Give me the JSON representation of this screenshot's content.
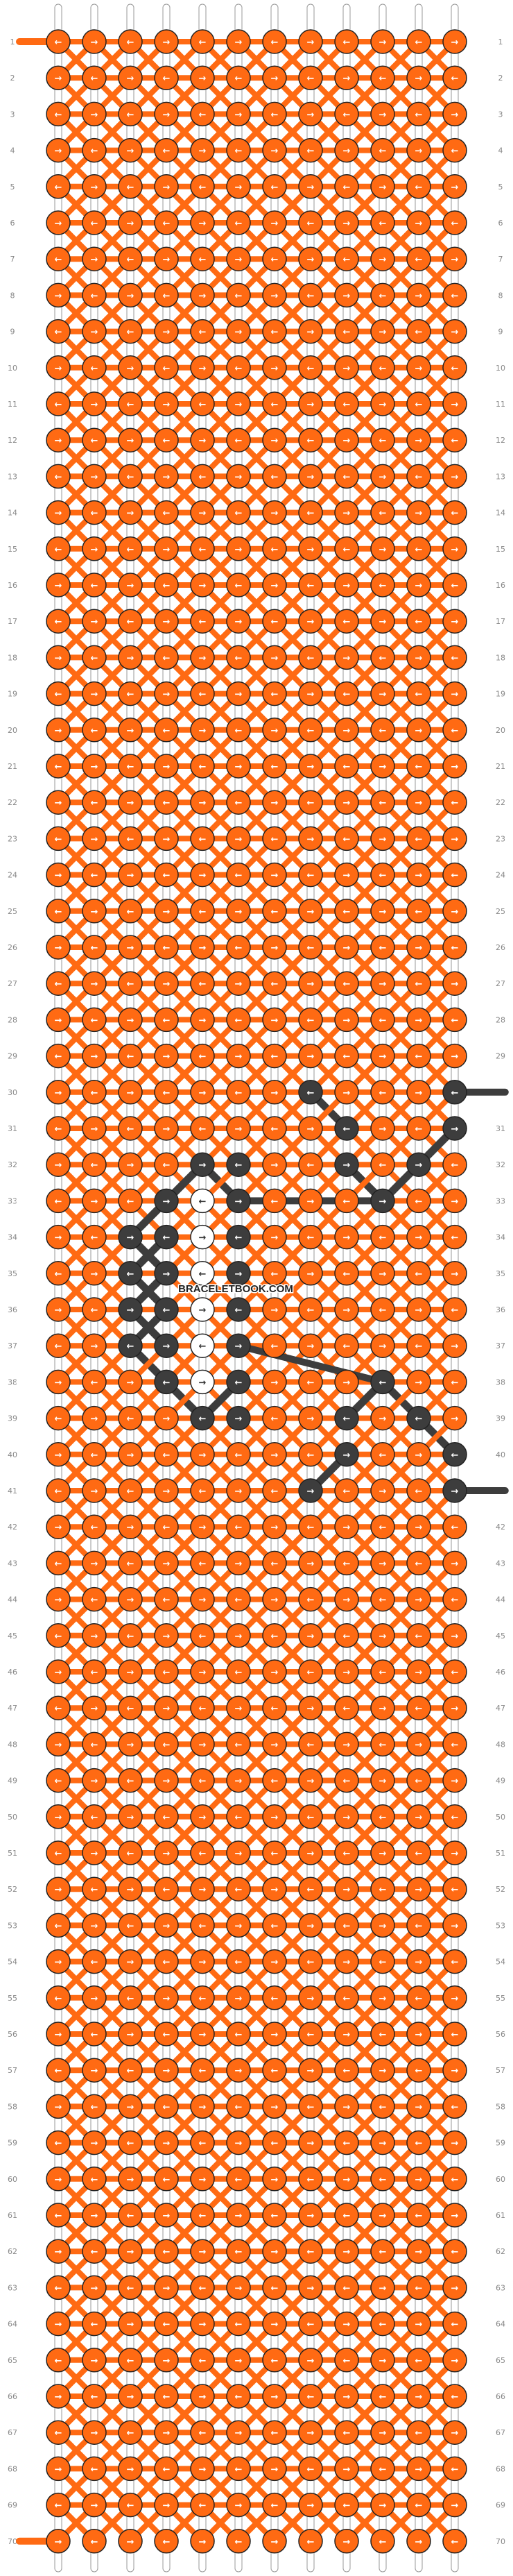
{
  "pattern": {
    "watermark": "BRACELETBOOK.COM",
    "rows": 70,
    "columns": 12,
    "colors": {
      "A": "#ff6a13",
      "B": "#3d3d3d",
      "C": "#ffffff"
    },
    "dark_cells": [
      [
        30,
        7
      ],
      [
        30,
        11
      ],
      [
        31,
        8
      ],
      [
        31,
        11
      ],
      [
        32,
        4
      ],
      [
        32,
        5
      ],
      [
        32,
        8
      ],
      [
        32,
        10
      ],
      [
        33,
        3
      ],
      [
        33,
        5
      ],
      [
        33,
        9
      ],
      [
        34,
        2
      ],
      [
        34,
        3
      ],
      [
        34,
        5
      ],
      [
        35,
        2
      ],
      [
        35,
        3
      ],
      [
        35,
        5
      ],
      [
        36,
        2
      ],
      [
        36,
        3
      ],
      [
        36,
        5
      ],
      [
        37,
        2
      ],
      [
        37,
        3
      ],
      [
        37,
        5
      ],
      [
        38,
        3
      ],
      [
        38,
        5
      ],
      [
        38,
        9
      ],
      [
        39,
        4
      ],
      [
        39,
        5
      ],
      [
        39,
        8
      ],
      [
        39,
        10
      ],
      [
        40,
        8
      ],
      [
        40,
        11
      ],
      [
        41,
        7
      ],
      [
        41,
        11
      ]
    ],
    "light_cells": [
      [
        33,
        4
      ],
      [
        34,
        4
      ],
      [
        35,
        4
      ],
      [
        36,
        4
      ],
      [
        37,
        4
      ],
      [
        38,
        4
      ]
    ]
  }
}
